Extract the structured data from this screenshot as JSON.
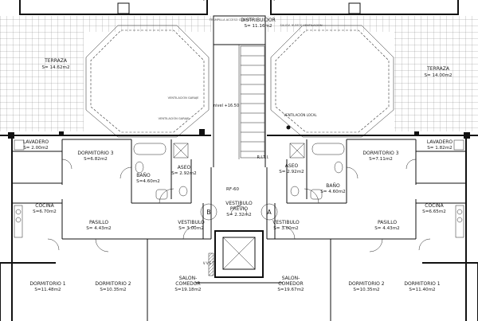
{
  "rooms": {
    "terraza_left": {
      "name": "TERRAZA",
      "area": "S= 14.62m2"
    },
    "terraza_right": {
      "name": "TERRAZA",
      "area": "S= 14.00m2"
    },
    "distribuidor": {
      "name": "DISTRIBUIDOR",
      "area": "S= 11.16m2"
    },
    "lavadero_left": {
      "name": "LAVADERO",
      "area": "S= 2.00m2"
    },
    "lavadero_right": {
      "name": "LAVADERO",
      "area": "S= 1.82m2"
    },
    "dorm3_left": {
      "name": "DORMITORIO 3",
      "area": "S=6.82m2"
    },
    "dorm3_right": {
      "name": "DORMITORIO 3",
      "area": "S=7.11m2"
    },
    "bano_left": {
      "name": "BAÑO",
      "area": "S=4.60m2"
    },
    "bano_right": {
      "name": "BAÑO",
      "area": "S= 4.60m2"
    },
    "aseo_left": {
      "name": "ASEO",
      "area": "S= 2.92m2"
    },
    "aseo_right": {
      "name": "ASEO",
      "area": "S= 2.92m2"
    },
    "cocina_left": {
      "name": "COCINA",
      "area": "S=6.70m2"
    },
    "cocina_right": {
      "name": "COCINA",
      "area": "S=6.65m2"
    },
    "pasillo_left": {
      "name": "PASILLO",
      "area": "S= 4.43m2"
    },
    "pasillo_right": {
      "name": "PASILLO",
      "area": "S= 4.43m2"
    },
    "vest_left": {
      "name": "VESTIBULO",
      "area": "S= 3.00m2"
    },
    "vest_right": {
      "name": "VESTIBULO",
      "area": "S= 3.00m2"
    },
    "vest_previo": {
      "name": "VESTIBULO",
      "name2": "PREVIO",
      "area": "S= 2.32m2"
    },
    "dorm1_left": {
      "name": "DORMITORIO 1",
      "area": "S=11.48m2"
    },
    "dorm1_right": {
      "name": "DORMITORIO 1",
      "area": "S=11.40m2"
    },
    "dorm2_left": {
      "name": "DORMITORIO 2",
      "area": "S=10.35m2"
    },
    "dorm2_right": {
      "name": "DORMITORIO 2",
      "area": "S=10.35m2"
    },
    "salon_left": {
      "name": "SALON-",
      "name2": "COMEDOR",
      "area": "S=19.18m2"
    },
    "salon_right": {
      "name": "SALON-",
      "name2": "COMEDOR",
      "area": "S=19.67m2"
    }
  },
  "annotations": {
    "nivel": "nivel +16.50",
    "rf60": "RF-60",
    "riti": "R.I.T.I.",
    "vent_local": "VENTILACIÓN LOCAL",
    "letter_b": "B",
    "letter_a": "A",
    "vvet": "V V E T",
    "tiny_top_left": "TRAMPILLA ACCESO CUBIERTA",
    "tiny_top_right": "SALIDA HUMOS VENTILACION",
    "tiny_mid_left_1": "VENTILACIÓN GARAJE",
    "tiny_mid_left_2": "VENTILACIÓN GARAJE"
  },
  "colors": {
    "line": "#111111",
    "background": "#ffffff"
  }
}
